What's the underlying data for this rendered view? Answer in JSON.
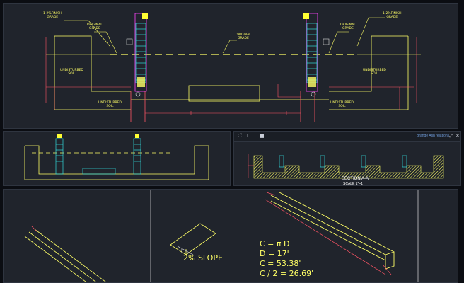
{
  "top_view": {
    "labels": {
      "finish_grade_left": "1-2%FINISH\nGRADE",
      "finish_grade_right": "1-2%FINISH\nGRADE",
      "original_grade_left": "ORIGINAL\nGRADE",
      "original_grade_center": "ORIGINAL\nGRADE",
      "original_grade_right": "ORIGINAL\nGRADE",
      "undisturbed_soil_left": "UNDISTURBED\nSOIL",
      "undisturbed_soil_right": "UNDISTURBED\nSOIL",
      "undisturbed_soil_bottom_left": "UNDISTURBED\nSOIL",
      "undisturbed_soil_bottom_right": "UNDISTURBED\nSOIL"
    }
  },
  "section_view": {
    "toolbar": {
      "icon_a": "⛶",
      "icon_b": "Ⅰ",
      "icon_c": "■",
      "link_right": "Brande Ash relations",
      "icon_expand": "⤢",
      "icon_close": "✕"
    },
    "section_title": "SECTION A-A",
    "scale": "SCALE 1\"=1"
  },
  "detail_view": {
    "slope": "2% SLOPE",
    "equations": [
      "C = π D",
      "D = 17'",
      "C = 53.38'",
      "C / 2 = 26.69'"
    ]
  }
}
